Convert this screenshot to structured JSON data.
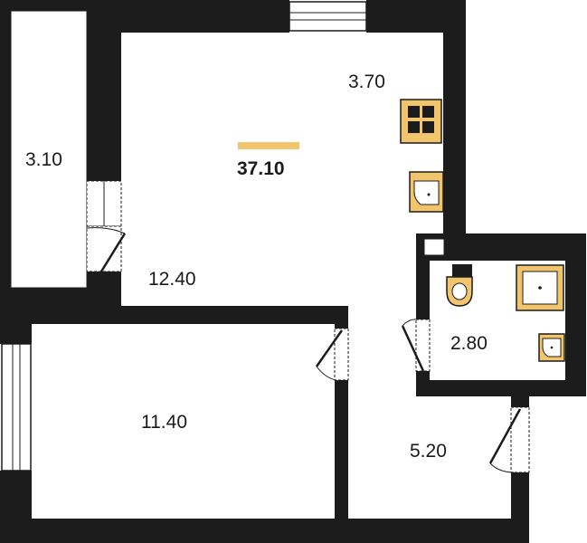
{
  "plan": {
    "total_area": "37.10",
    "rooms": {
      "loggia": "3.10",
      "kitchen": "3.70",
      "living": "12.40",
      "bedroom": "11.40",
      "bathroom": "2.80",
      "hallway": "5.20"
    }
  },
  "colors": {
    "wall": "#1c1c1c",
    "fixture_fill": "#f2c46b",
    "fixture_stroke": "#1c1c1c",
    "accent_bar": "#f2c46b",
    "background": "#ffffff"
  },
  "icons": [
    "stove-icon",
    "kitchen-sink-icon",
    "toilet-icon",
    "shower-icon",
    "washbasin-icon",
    "window-icon",
    "door-icon"
  ]
}
